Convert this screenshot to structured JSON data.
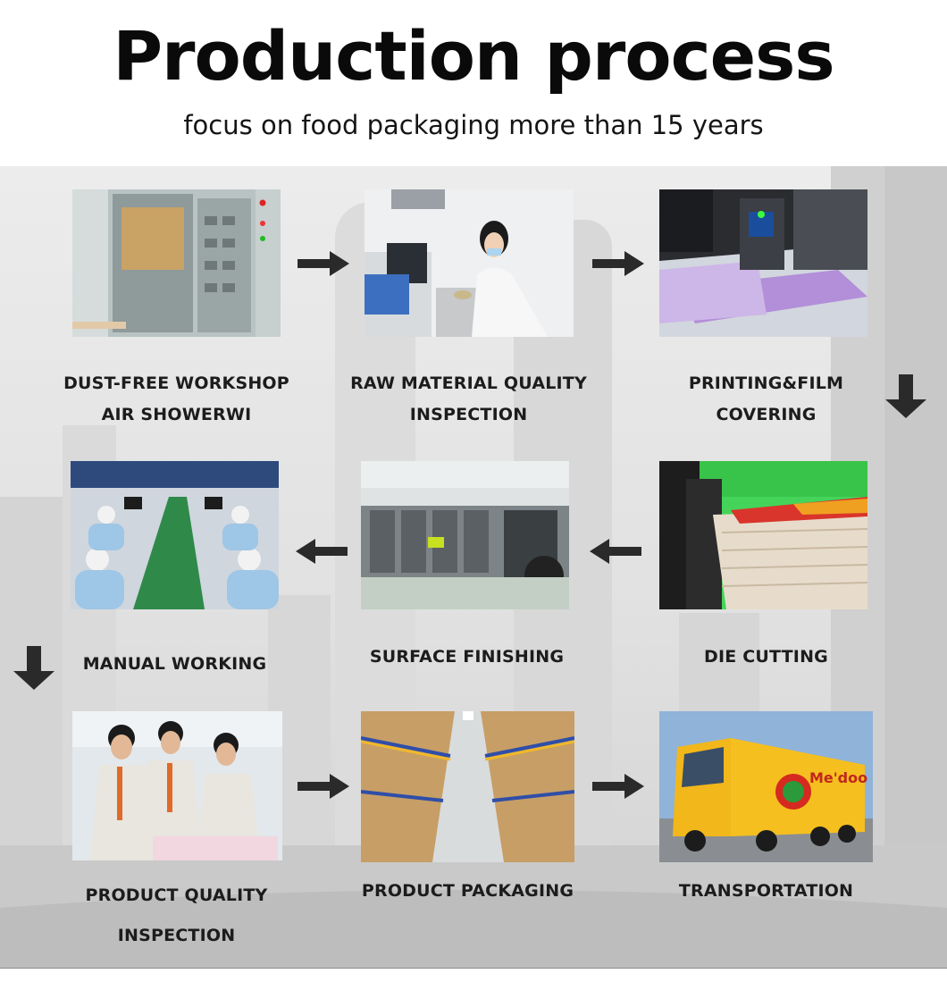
{
  "header": {
    "title": "Production process",
    "subtitle": "focus on food packaging more than 15 years"
  },
  "steps": [
    {
      "lines": [
        "DUST-FREE WORKSHOP",
        "AIR SHOWERWI"
      ],
      "photo": "air-shower-room"
    },
    {
      "lines": [
        "RAW MATERIAL QUALITY",
        "INSPECTION"
      ],
      "photo": "lab-technician"
    },
    {
      "lines": [
        "PRINTING&FILM",
        "COVERING"
      ],
      "photo": "printing-press-sensor"
    },
    {
      "lines": [
        "DIE CUTTING"
      ],
      "photo": "die-cutting-machine"
    },
    {
      "lines": [
        "SURFACE FINISHING"
      ],
      "photo": "finishing-line"
    },
    {
      "lines": [
        "MANUAL WORKING"
      ],
      "photo": "workers-assembly-line"
    },
    {
      "lines": [
        "PRODUCT QUALITY",
        "INSPECTION"
      ],
      "photo": "inspectors-team"
    },
    {
      "lines": [
        "PRODUCT PACKAGING"
      ],
      "photo": "warehouse-aisle"
    },
    {
      "lines": [
        "TRANSPORTATION"
      ],
      "photo": "delivery-truck",
      "truck_logo": "Me'doo"
    }
  ],
  "colors": {
    "arrow": "#2a2a2a",
    "title": "#0a0a0a",
    "truck": "#f2b71a"
  },
  "icons": [
    "arrow-right-icon",
    "arrow-left-icon",
    "arrow-down-icon"
  ]
}
